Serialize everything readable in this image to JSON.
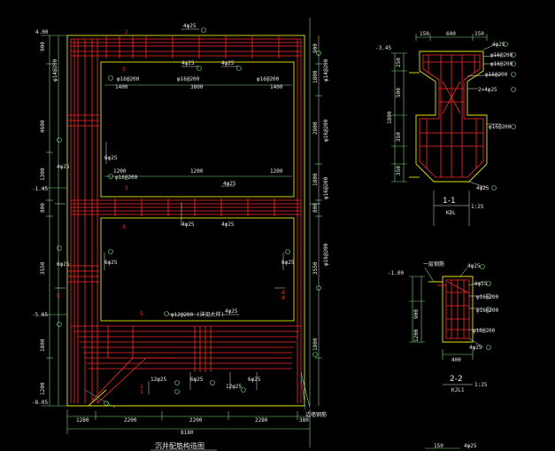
{
  "colors": {
    "background": "#000000",
    "rebar": "#ff2a2a",
    "outline": "#e6e600",
    "dimension": "#7ddc7d",
    "text": "#e8e8e8",
    "cyan": "#3fd6d6"
  },
  "main": {
    "title": "沉井配筋构造图",
    "elev_top": "4.00",
    "elev_mid": "-1.45",
    "elev_low": "-5.65",
    "elev_bottom": "-8.05",
    "left_dims": [
      "900",
      "4600",
      "1300",
      "800",
      "3550",
      "1800",
      "1200"
    ],
    "right_dims": [
      "900",
      "1800",
      "2800",
      "1800",
      "800",
      "3550",
      "1800"
    ],
    "bottom_dims": [
      "1280",
      "2200",
      "2200",
      "2280",
      "380"
    ],
    "total_dim": "8180",
    "top_dims_upper": [
      "1400",
      "3800",
      "1400"
    ],
    "top_dims_lower": [
      "1200",
      "1200",
      "1200"
    ],
    "rebar_labels": {
      "top": "4φ25",
      "u1": "φ16@200",
      "u2": "φ16@200",
      "u3": "φ16@200",
      "mid": "φ16@200",
      "low": "φ12@200",
      "side_a": "4φ25",
      "side_b": "4φ25",
      "side_c": "6φ25",
      "side_d": "6φ25",
      "note": "(详见大样)",
      "bot_a": "12φ25",
      "bot_b": "6φ25",
      "bot_c": "12φ25",
      "bot_d": "6φ25",
      "right_vert": "φ14@200",
      "left_vert": "φ14@200",
      "edge": "边墙钢筋"
    },
    "section_marks": [
      "2",
      "2",
      "3",
      "3",
      "4",
      "4",
      "5",
      "5",
      "1",
      "1"
    ]
  },
  "detail_1": {
    "title": "1-1",
    "sub": "KDL",
    "scale": "1:25",
    "elev": "-3.45",
    "top_dims": [
      "150",
      "600",
      "150"
    ],
    "left_dims": [
      "250",
      "500",
      "1800",
      "350",
      "350"
    ],
    "labels": [
      "4φ25",
      "φ16@200",
      "φ16@200",
      "φ16@200",
      "2×4φ25",
      "φ16@200",
      "4φ25"
    ]
  },
  "detail_2": {
    "title": "2-2",
    "sub": "KJL1",
    "scale": "1:25",
    "elev": "-1.00",
    "left_dims": [
      "900",
      "1200"
    ],
    "bottom_dim": "400",
    "labels": [
      "4φ25",
      "一层钢筋",
      "6φ25",
      "φ16@200",
      "φ16@200",
      "φ16@200",
      "4φ25"
    ]
  },
  "detail_3": {
    "dim": "150",
    "label": "4φ25"
  }
}
